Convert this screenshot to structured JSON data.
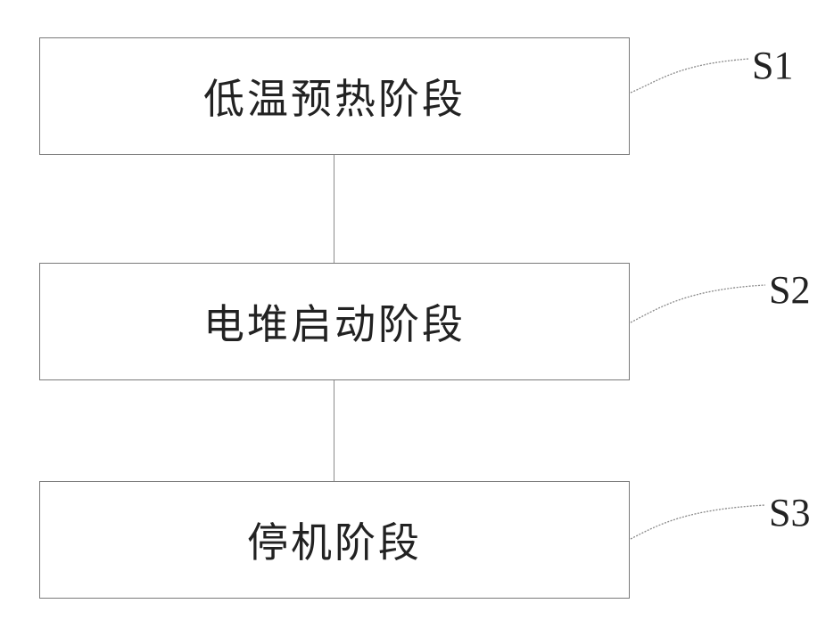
{
  "steps": [
    {
      "label": "S1",
      "text": "低温预热阶段"
    },
    {
      "label": "S2",
      "text": "电堆启动阶段"
    },
    {
      "label": "S3",
      "text": "停机阶段"
    }
  ],
  "colors": {
    "box_border": "#7a7a7a",
    "connector": "#8a8a8a",
    "text": "#222222"
  }
}
